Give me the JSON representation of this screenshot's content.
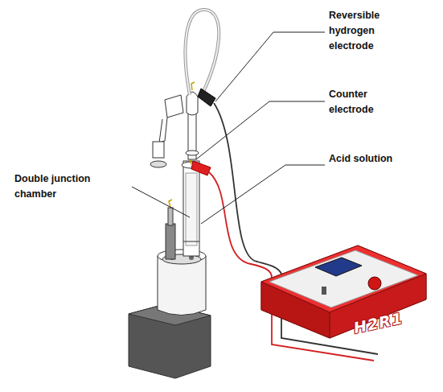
{
  "diagram": {
    "labels": [
      "Reversible hydrogen electrode",
      "Counter electrode",
      "Acid solution",
      "Double junction chamber",
      "H2R1"
    ]
  }
}
